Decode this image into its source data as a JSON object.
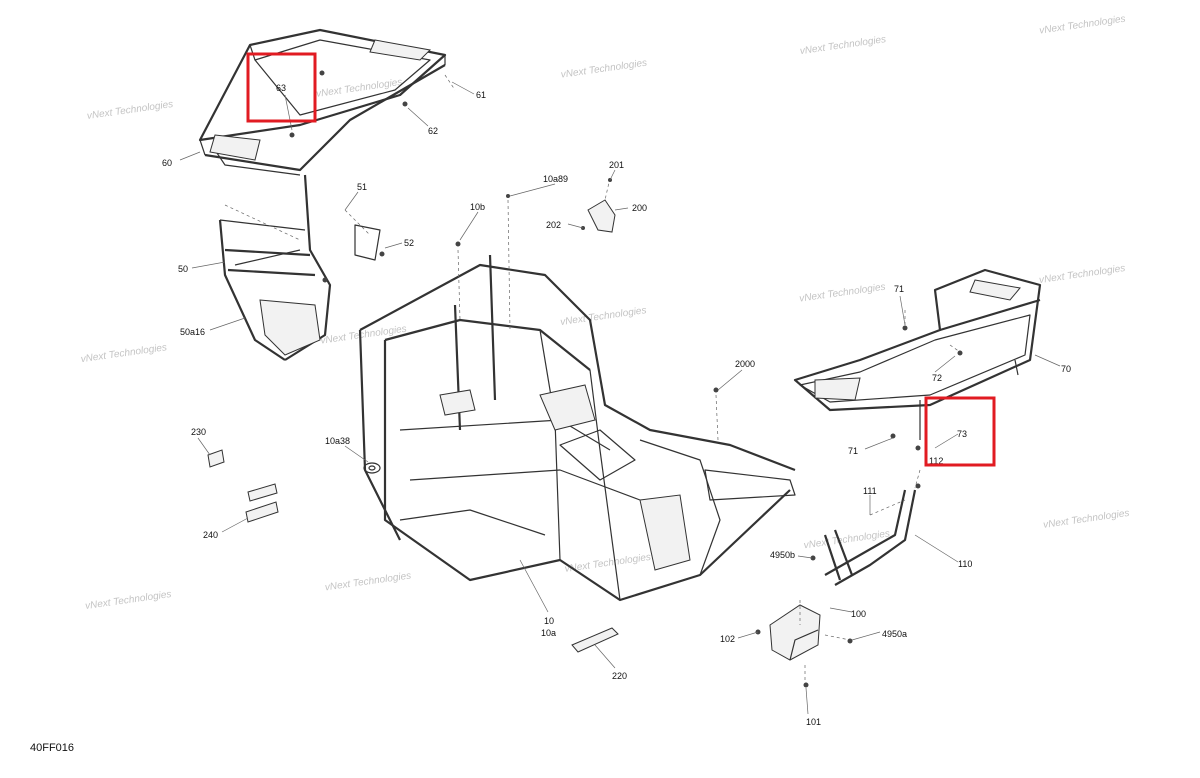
{
  "diagram_code": "40FF016",
  "watermark_text": "vNext Technologies",
  "highlight_color": "#e11b22",
  "labels": {
    "l63": "63",
    "l61": "61",
    "l62": "62",
    "l60": "60",
    "l51": "51",
    "l52": "52",
    "l50": "50",
    "l50a16": "50a16",
    "l10a89": "10a89",
    "l10b": "10b",
    "l201": "201",
    "l200": "200",
    "l202": "202",
    "l71a": "71",
    "l72": "72",
    "l70": "70",
    "l2000": "2000",
    "l73": "73",
    "l71b": "71",
    "l112": "112",
    "l111": "111",
    "l110": "110",
    "l230": "230",
    "l240": "240",
    "l10a38": "10a38",
    "l4950b": "4950b",
    "l100": "100",
    "l4950a": "4950a",
    "l102": "102",
    "l10": "10",
    "l10a": "10a",
    "l220": "220",
    "l101": "101"
  }
}
